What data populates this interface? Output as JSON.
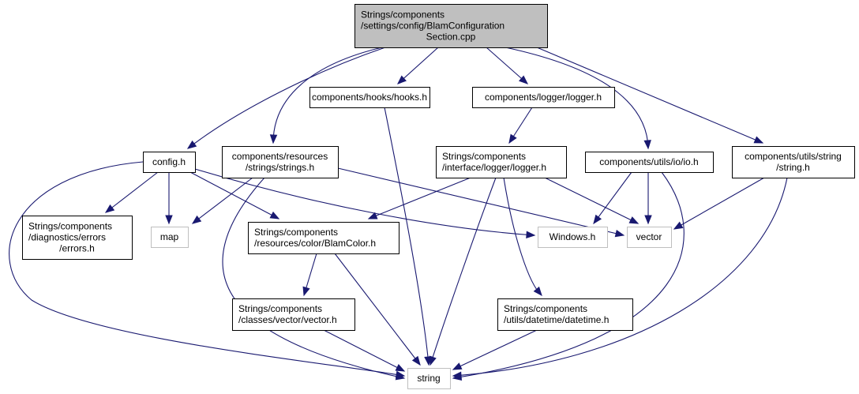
{
  "diagram": {
    "type": "include-dependency-graph",
    "edge_color": "#191970",
    "root_fill": "#bfbfbf",
    "nodes": [
      {
        "id": "root",
        "lines": [
          "Strings/components",
          "/settings/config/BlamConfiguration",
          "Section.cpp"
        ],
        "kind": "root"
      },
      {
        "id": "hooks",
        "lines": [
          "components/hooks/hooks.h"
        ],
        "kind": "file"
      },
      {
        "id": "logger",
        "lines": [
          "components/logger/logger.h"
        ],
        "kind": "file"
      },
      {
        "id": "config",
        "lines": [
          "config.h"
        ],
        "kind": "file"
      },
      {
        "id": "strings",
        "lines": [
          "components/resources",
          "/strings/strings.h"
        ],
        "kind": "file"
      },
      {
        "id": "ilogger",
        "lines": [
          "Strings/components",
          "/interface/logger/logger.h"
        ],
        "kind": "file"
      },
      {
        "id": "io",
        "lines": [
          "components/utils/io/io.h"
        ],
        "kind": "file"
      },
      {
        "id": "ustring",
        "lines": [
          "components/utils/string",
          "/string.h"
        ],
        "kind": "file"
      },
      {
        "id": "errors",
        "lines": [
          "Strings/components",
          "/diagnostics/errors",
          "/errors.h"
        ],
        "kind": "file"
      },
      {
        "id": "map",
        "lines": [
          "map"
        ],
        "kind": "external"
      },
      {
        "id": "blamcolor",
        "lines": [
          "Strings/components",
          "/resources/color/BlamColor.h"
        ],
        "kind": "file"
      },
      {
        "id": "windows",
        "lines": [
          "Windows.h"
        ],
        "kind": "external"
      },
      {
        "id": "vector",
        "lines": [
          "vector"
        ],
        "kind": "external"
      },
      {
        "id": "cvector",
        "lines": [
          "Strings/components",
          "/classes/vector/vector.h"
        ],
        "kind": "file"
      },
      {
        "id": "datetime",
        "lines": [
          "Strings/components",
          "/utils/datetime/datetime.h"
        ],
        "kind": "file"
      },
      {
        "id": "string",
        "lines": [
          "string"
        ],
        "kind": "external"
      }
    ],
    "edges": [
      {
        "from": "root",
        "to": "config"
      },
      {
        "from": "root",
        "to": "strings"
      },
      {
        "from": "root",
        "to": "hooks"
      },
      {
        "from": "root",
        "to": "logger"
      },
      {
        "from": "root",
        "to": "io"
      },
      {
        "from": "root",
        "to": "ustring"
      },
      {
        "from": "hooks",
        "to": "string"
      },
      {
        "from": "logger",
        "to": "ilogger"
      },
      {
        "from": "config",
        "to": "errors"
      },
      {
        "from": "config",
        "to": "map"
      },
      {
        "from": "config",
        "to": "blamcolor"
      },
      {
        "from": "config",
        "to": "windows"
      },
      {
        "from": "config",
        "to": "string"
      },
      {
        "from": "strings",
        "to": "map"
      },
      {
        "from": "strings",
        "to": "vector"
      },
      {
        "from": "strings",
        "to": "string"
      },
      {
        "from": "ilogger",
        "to": "blamcolor"
      },
      {
        "from": "ilogger",
        "to": "vector"
      },
      {
        "from": "ilogger",
        "to": "string"
      },
      {
        "from": "ilogger",
        "to": "datetime"
      },
      {
        "from": "io",
        "to": "windows"
      },
      {
        "from": "io",
        "to": "vector"
      },
      {
        "from": "io",
        "to": "string"
      },
      {
        "from": "ustring",
        "to": "vector"
      },
      {
        "from": "ustring",
        "to": "string"
      },
      {
        "from": "blamcolor",
        "to": "cvector"
      },
      {
        "from": "blamcolor",
        "to": "string"
      },
      {
        "from": "cvector",
        "to": "string"
      },
      {
        "from": "datetime",
        "to": "string"
      }
    ]
  }
}
